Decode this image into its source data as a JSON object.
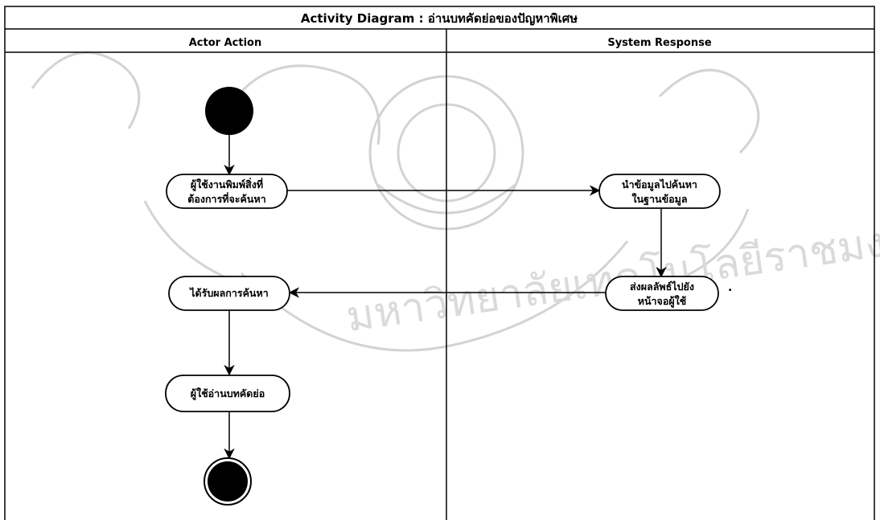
{
  "diagram": {
    "title": "Activity Diagram : อ่านบทคัดย่อของปัญหาพิเศษ",
    "lanes": {
      "actor": "Actor Action",
      "system": "System Response"
    },
    "nodes": {
      "user_types": [
        "ผู้ใช้งานพิมพ์สิ่งที่",
        "ต้องการที่จะค้นหา"
      ],
      "fetch_data": [
        "นำข้อมูลไปค้นหา",
        "ในฐานข้อมูล"
      ],
      "send_results": [
        "ส่งผลลัพธ์ไปยัง",
        "หน้าจอผู้ใช้"
      ],
      "receive_results": [
        "ได้รับผลการค้นหา"
      ],
      "read_abstract": [
        "ผู้ใช้อ่านบทคัดย่อ"
      ]
    },
    "stray_mark": "."
  },
  "watermark": {
    "text": "มหาวิทยาลัยเทคโนโลยีราชมงคลล้านนา",
    "color": "#cfcfcf"
  },
  "colors": {
    "line": "#000000",
    "node_fill": "#ffffff",
    "start_fill": "#000000"
  }
}
